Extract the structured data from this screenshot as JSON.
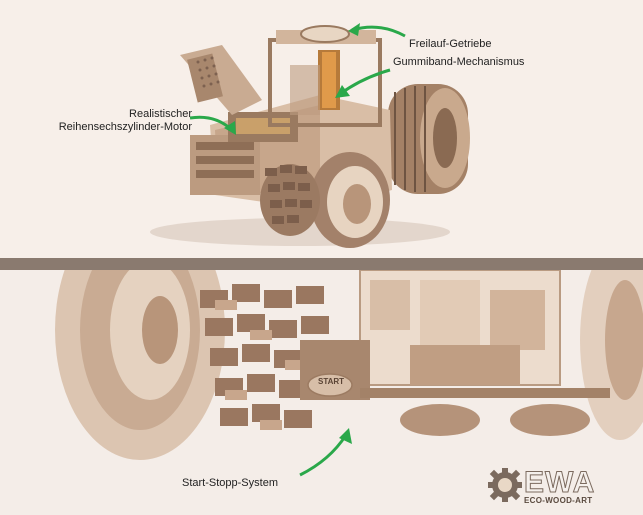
{
  "callouts": {
    "freilauf": "Freilauf-Getriebe",
    "gummiband": "Gummiband-Mechanismus",
    "motor_line1": "Realistischer",
    "motor_line2": "Reihensechszylinder-Motor",
    "start_stopp": "Start-Stopp-System"
  },
  "detail": {
    "start_plate": "START"
  },
  "logo": {
    "title": "EWA",
    "subtitle": "ECO-WOOD-ART"
  },
  "colors": {
    "arrow": "#2aa84a",
    "wood_light": "#e9d8c6",
    "wood_mid": "#b69377",
    "wood_dark": "#6e5442"
  }
}
